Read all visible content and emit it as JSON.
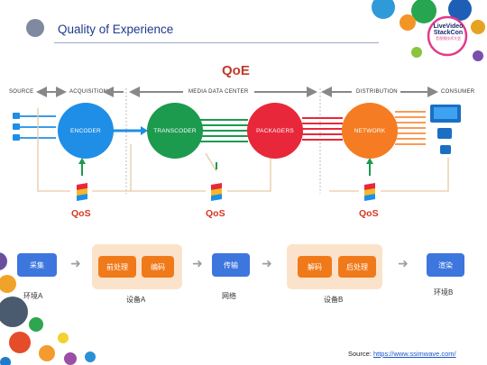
{
  "header": {
    "title": "Quality of Experience"
  },
  "logo": {
    "line1": "LiveVideo",
    "line2": "StackCon",
    "line3": "音视频技术大会"
  },
  "diagram": {
    "qoe_label": "QoE",
    "stages": {
      "source": "SOURCE",
      "acquisition": "ACQUISITION",
      "media_data_center": "MEDIA DATA CENTER",
      "distribution": "DISTRIBUTION",
      "consumer": "CONSUMER"
    },
    "nodes": {
      "encoder": "ENCODER",
      "transcoder": "TRANSCODER",
      "packagers": "PACKAGERS",
      "network": "NETWORK"
    },
    "qos_labels": [
      "QoS",
      "QoS",
      "QoS"
    ],
    "colors": {
      "encoder": "#1f8ee6",
      "transcoder": "#1c9a4e",
      "packagers": "#e8283a",
      "network": "#f57c22"
    }
  },
  "pipeline": {
    "capture": "采集",
    "preprocess": "前处理",
    "encode": "编码",
    "transport": "传输",
    "decode": "解码",
    "postprocess": "后处理",
    "render": "渲染",
    "env_a": "环境A",
    "device_a": "设备A",
    "network": "网络",
    "device_b": "设备B",
    "env_b": "环境B"
  },
  "source": {
    "label": "Source: ",
    "link": "https://www.ssimwave.com/"
  }
}
